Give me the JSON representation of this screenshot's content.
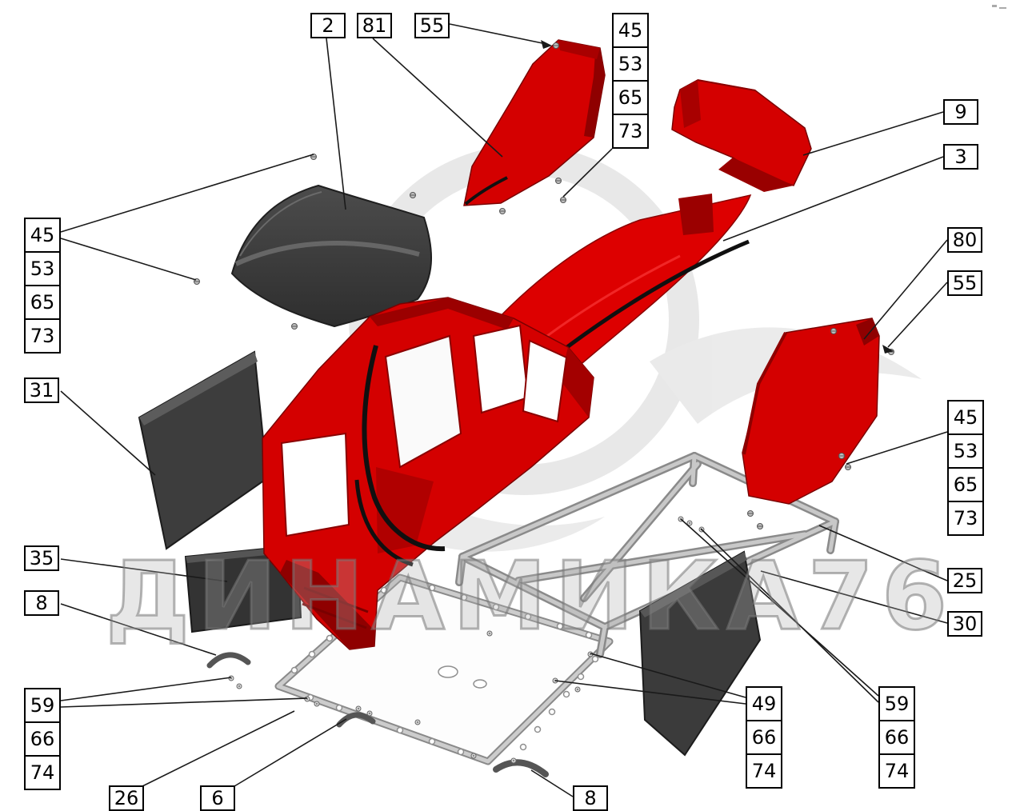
{
  "watermark": {
    "text": "ДИНАМИКА76"
  },
  "callouts": {
    "part2": "2",
    "part81": "81",
    "part55_top": "55",
    "stack_top_right": [
      "45",
      "53",
      "65",
      "73"
    ],
    "part9": "9",
    "part3": "3",
    "part80": "80",
    "part55_right": "55",
    "stack_right": [
      "45",
      "53",
      "65",
      "73"
    ],
    "part25": "25",
    "part30": "30",
    "stack_left": [
      "45",
      "53",
      "65",
      "73"
    ],
    "part31": "31",
    "part35": "35",
    "part8_left": "8",
    "stack_bottom_left": [
      "59",
      "66",
      "74"
    ],
    "part26": "26",
    "part6": "6",
    "part8_bottom": "8",
    "stack_49": [
      "49",
      "66",
      "74"
    ],
    "stack_59_right": [
      "59",
      "66",
      "74"
    ]
  },
  "colors": {
    "part_red": "#d40000",
    "part_red_dark": "#8f0000",
    "part_dark_gray": "#3a3a3a",
    "frame_gray": "#b4b4b4",
    "leader_line": "#1a1a1a",
    "watermark_gray": "#b0b0b0"
  }
}
